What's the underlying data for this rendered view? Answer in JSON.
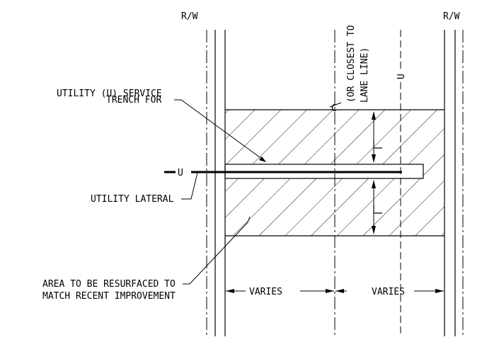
{
  "labels": {
    "rw_left": "R/W",
    "rw_right": "R/W",
    "centerline_note_1": "(OR CLOSEST TO",
    "centerline_note_2": "LANE LINE)",
    "u_line": "U",
    "trench_1": "TRENCH FOR",
    "trench_2": "UTILITY (U) SERVICE",
    "u_lateral": "U",
    "utility_lateral": "UTILITY LATERAL",
    "area_1": "AREA TO BE RESURFACED TO",
    "area_2": "MATCH RECENT IMPROVEMENT",
    "varies_left": "VARIES",
    "varies_right": "VARIES"
  }
}
